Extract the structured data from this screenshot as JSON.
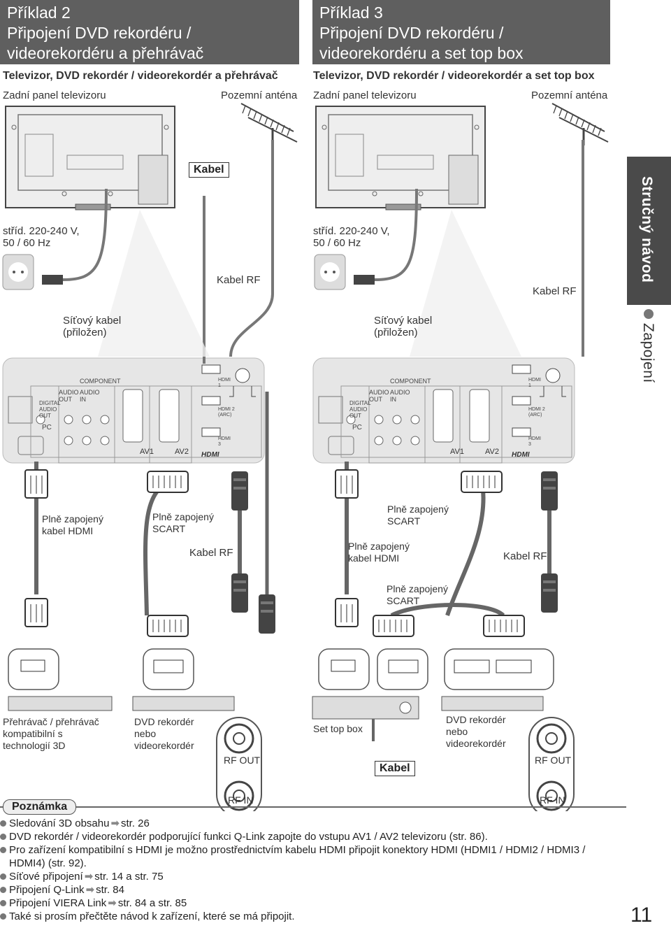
{
  "left": {
    "header": [
      "Příklad 2",
      "Připojení DVD rekordéru /",
      "videorekordéru a přehrávač"
    ],
    "subtitle": "Televizor, DVD rekordér / videorekordér a přehrávač",
    "rear_panel": "Zadní panel televizoru",
    "antenna": "Pozemní anténa",
    "mains": [
      "stříd. 220-240 V,",
      "50 / 60 Hz"
    ],
    "mains_cable": [
      "Síťový kabel",
      "(přiložen)"
    ],
    "cable_box": "Kabel",
    "rf_cable_top": "Kabel RF",
    "hdmi_cable": [
      "Plně zapojený",
      "kabel HDMI"
    ],
    "scart_cable": [
      "Plně zapojený",
      "SCART"
    ],
    "rf_cable": "Kabel RF",
    "player": [
      "Přehrávač / přehrávač",
      "kompatibilní s",
      "technologií 3D"
    ],
    "recorder": [
      "DVD rekordér",
      "nebo",
      "videorekordér"
    ],
    "rf_out": "RF OUT",
    "rf_in": "RF IN"
  },
  "right": {
    "header": [
      "Příklad 3",
      "Připojení DVD rekordéru /",
      "videorekordéru a set top box"
    ],
    "subtitle": "Televizor, DVD rekordér / videorekordér a set top box",
    "rear_panel": "Zadní panel televizoru",
    "antenna": "Pozemní anténa",
    "mains": [
      "stříd. 220-240 V,",
      "50 / 60 Hz"
    ],
    "mains_cable": [
      "Síťový kabel",
      "(přiložen)"
    ],
    "rf_cable_top": "Kabel RF",
    "scart_cable_top": [
      "Plně zapojený",
      "SCART"
    ],
    "hdmi_cable": [
      "Plně zapojený",
      "kabel HDMI"
    ],
    "rf_cable": "Kabel RF",
    "scart_cable_mid": [
      "Plně zapojený",
      "SCART"
    ],
    "stb": "Set top box",
    "cable_box": "Kabel",
    "recorder": [
      "DVD rekordér",
      "nebo",
      "videorekordér"
    ],
    "rf_out": "RF OUT",
    "rf_in": "RF IN"
  },
  "panel_labels": {
    "component": "COMPONENT",
    "audio_out": [
      "AUDIO",
      "OUT"
    ],
    "audio_in": [
      "AUDIO",
      "IN"
    ],
    "digital_audio": [
      "DIGITAL",
      "AUDIO",
      "OUT"
    ],
    "pc": "PC",
    "av1": "AV1",
    "av2": "AV2",
    "hdmi1": [
      "HDMI",
      "1"
    ],
    "hdmi2": [
      "HDMI 2",
      "(ARC)"
    ],
    "hdmi3": [
      "HDMI",
      "3"
    ],
    "hdmi_logo": "HDMI"
  },
  "side": {
    "tab": "Stručný návod",
    "section": "Zapojení"
  },
  "notes": {
    "heading": "Poznámka",
    "items": [
      {
        "text": "Sledování 3D obsahu",
        "ref": "str. 26",
        "arrow": true
      },
      {
        "text": "DVD rekordér / videorekordér podporující funkci Q-Link zapojte do vstupu AV1 / AV2 televizoru (str. 86).",
        "ref": "",
        "arrow": false
      },
      {
        "text": "Pro zařízení kompatibilní s HDMI je možno prostřednictvím kabelu HDMI připojit konektory HDMI (HDMI1 / HDMI2 / HDMI3 / HDMI4) (str. 92).",
        "ref": "",
        "arrow": false
      },
      {
        "text": "Síťové připojení",
        "ref": "str. 14 a str. 75",
        "arrow": true
      },
      {
        "text": "Připojení Q-Link",
        "ref": "str. 84",
        "arrow": true
      },
      {
        "text": "Připojení VIERA Link",
        "ref": "str. 84 a str. 85",
        "arrow": true
      },
      {
        "text": "Také si prosím přečtěte návod k zařízení, které se má připojit.",
        "ref": "",
        "arrow": false
      }
    ]
  },
  "page_number": "11"
}
